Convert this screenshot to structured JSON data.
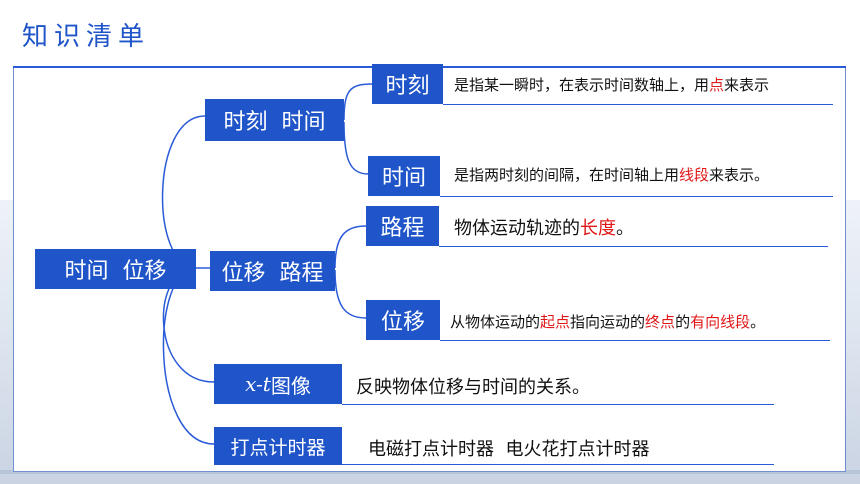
{
  "page_title": "知识清单",
  "root": {
    "label": "时间  位移"
  },
  "branches": {
    "moment_time": {
      "label": "时刻  时间",
      "children": {
        "moment": {
          "label": "时刻",
          "desc": {
            "before": "是指某一瞬时，在表示时间数轴上，用",
            "hl1": "点",
            "after": "来表示"
          }
        },
        "interval": {
          "label": "时间",
          "desc": {
            "before": "是指两时刻的间隔，在时间轴上用",
            "hl1": "线段",
            "after": "来表示。"
          }
        }
      }
    },
    "displacement_path": {
      "label": "位移  路程",
      "children": {
        "path": {
          "label": "路程",
          "desc": {
            "before": "物体运动轨迹的",
            "hl1": "长度",
            "after": "。"
          }
        },
        "displacement": {
          "label": "位移",
          "desc": {
            "p1": "从物体运动的",
            "h1": "起点",
            "p2": "指向运动的",
            "h2": "终点",
            "p3": "的",
            "h3": "有向线段",
            "p4": "。"
          }
        }
      }
    },
    "xt_graph": {
      "label_var": "x-t",
      "label_text": "图像",
      "desc": "反映物体位移与时间的关系。"
    },
    "timer": {
      "label": "打点计时器",
      "desc": "电磁打点计时器  电火花打点计时器"
    }
  }
}
